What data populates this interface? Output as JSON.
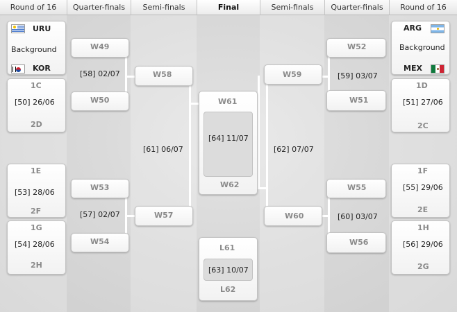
{
  "headers": [
    "Round of 16",
    "Quarter-finals",
    "Semi-finals",
    "Final",
    "Semi-finals",
    "Quarter-finals",
    "Round of 16"
  ],
  "left": {
    "r16": [
      {
        "team1": "URU",
        "flag1": "uru",
        "placeholder": "Background",
        "team2": "KOR",
        "flag2": "kor"
      },
      {
        "top": "1C",
        "match": "[50] 26/06",
        "bottom": "2D"
      },
      {
        "top": "1E",
        "match": "[53] 28/06",
        "bottom": "2F"
      },
      {
        "top": "1G",
        "match": "[54] 28/06",
        "bottom": "2H"
      }
    ],
    "qf": [
      {
        "top": "W49",
        "match": "[58] 02/07",
        "bottom": "W50"
      },
      {
        "top": "W53",
        "match": "[57] 02/07",
        "bottom": "W54"
      }
    ],
    "sf": {
      "top": "W58",
      "match": "[61] 06/07",
      "bottom": "W57"
    }
  },
  "right": {
    "r16": [
      {
        "team1": "ARG",
        "flag1": "arg",
        "placeholder": "Background",
        "team2": "MEX",
        "flag2": "mex"
      },
      {
        "top": "1D",
        "match": "[51] 27/06",
        "bottom": "2C"
      },
      {
        "top": "1F",
        "match": "[55] 29/06",
        "bottom": "2E"
      },
      {
        "top": "1H",
        "match": "[56] 29/06",
        "bottom": "2G"
      }
    ],
    "qf": [
      {
        "top": "W52",
        "match": "[59] 03/07",
        "bottom": "W51"
      },
      {
        "top": "W55",
        "match": "[60] 03/07",
        "bottom": "W56"
      }
    ],
    "sf": {
      "top": "W59",
      "match": "[62] 07/07",
      "bottom": "W60"
    }
  },
  "final": {
    "top": "W61",
    "match": "[64] 11/07",
    "bottom": "W62"
  },
  "third": {
    "top": "L61",
    "match": "[63] 10/07",
    "bottom": "L62"
  }
}
